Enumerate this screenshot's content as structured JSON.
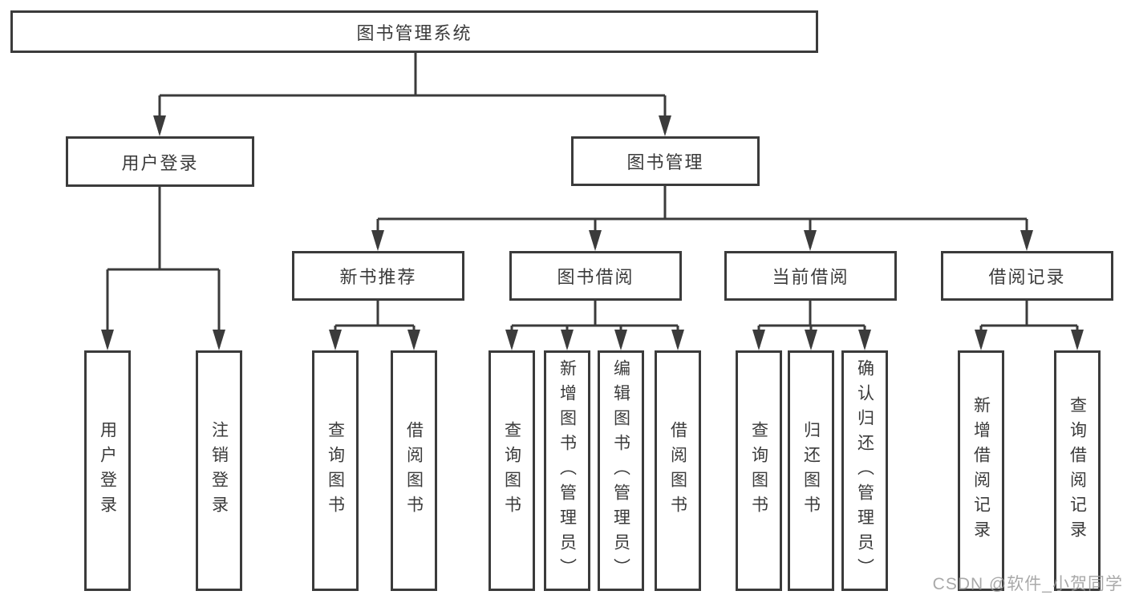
{
  "diagram": {
    "root": {
      "label": "图书管理系统"
    },
    "level2": [
      {
        "label": "用户登录"
      },
      {
        "label": "图书管理"
      }
    ],
    "level3": [
      {
        "label": "新书推荐"
      },
      {
        "label": "图书借阅"
      },
      {
        "label": "当前借阅"
      },
      {
        "label": "借阅记录"
      }
    ],
    "leaves": {
      "user_login": [
        "用户登录",
        "注销登录"
      ],
      "new_book_recommend": [
        "查询图书",
        "借阅图书"
      ],
      "book_borrow": [
        "查询图书",
        "新增图书（管理员）",
        "编辑图书（管理员）",
        "借阅图书"
      ],
      "current_borrow": [
        "查询图书",
        "归还图书",
        "确认归还（管理员）"
      ],
      "borrow_records": [
        "新增借阅记录",
        "查询借阅记录"
      ]
    },
    "watermark": "CSDN @软件_小贺同学",
    "colors": {
      "line": "#3b3b3b",
      "text": "#3b3b3b",
      "background": "#ffffff",
      "watermark": "#9b9b9b"
    }
  }
}
